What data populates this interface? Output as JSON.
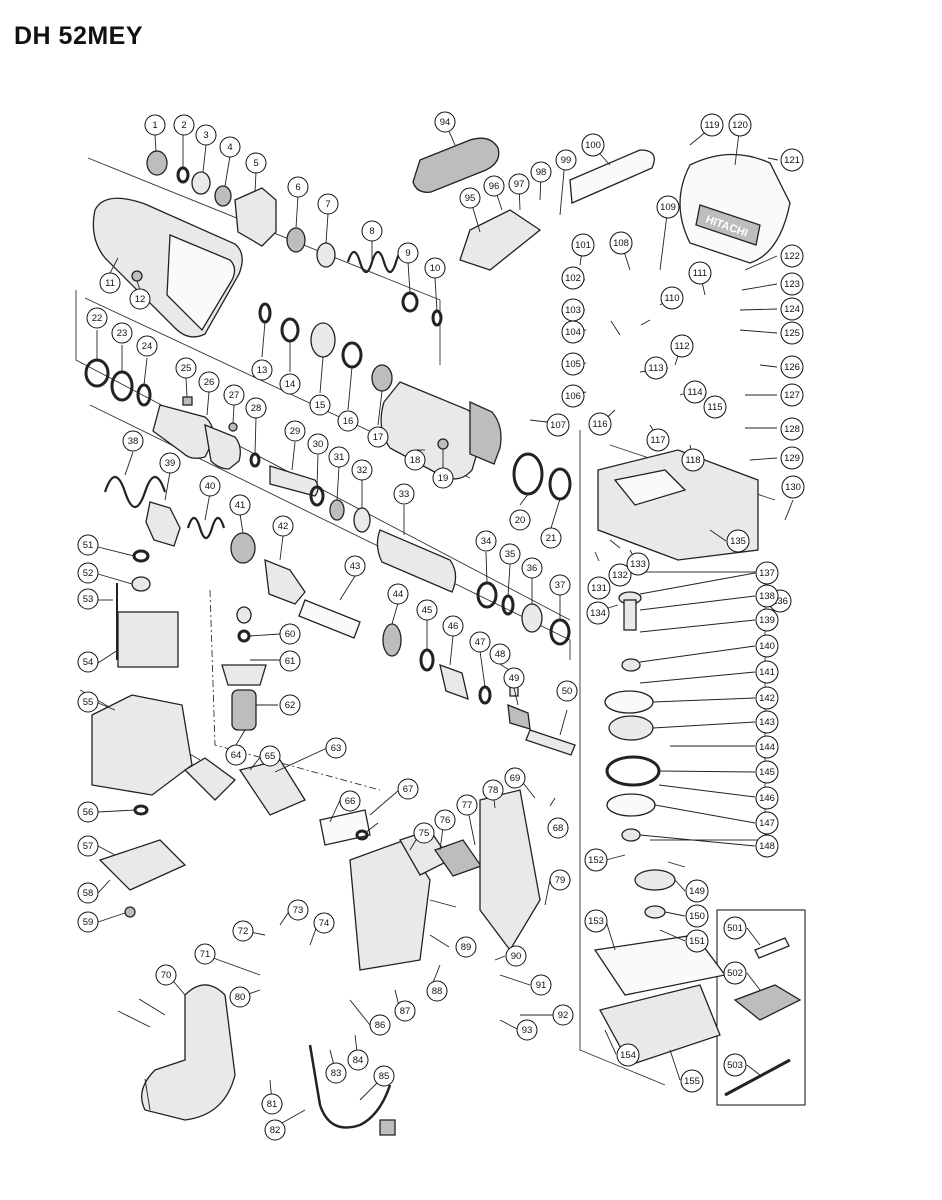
{
  "title": "DH 52MEY",
  "brand": "HITACHI",
  "part_numbers": [
    "1",
    "2",
    "3",
    "4",
    "5",
    "6",
    "7",
    "8",
    "9",
    "10",
    "11",
    "12",
    "13",
    "14",
    "15",
    "16",
    "17",
    "18",
    "19",
    "20",
    "21",
    "22",
    "23",
    "24",
    "25",
    "26",
    "27",
    "28",
    "29",
    "30",
    "31",
    "32",
    "33",
    "34",
    "35",
    "36",
    "37",
    "38",
    "39",
    "40",
    "41",
    "42",
    "43",
    "44",
    "45",
    "46",
    "47",
    "48",
    "49",
    "50",
    "51",
    "52",
    "53",
    "54",
    "55",
    "56",
    "57",
    "58",
    "59",
    "60",
    "61",
    "62",
    "63",
    "64",
    "65",
    "66",
    "67",
    "68",
    "69",
    "70",
    "71",
    "72",
    "73",
    "74",
    "75",
    "76",
    "77",
    "78",
    "79",
    "80",
    "81",
    "82",
    "83",
    "84",
    "85",
    "86",
    "87",
    "88",
    "89",
    "90",
    "91",
    "92",
    "93",
    "94",
    "95",
    "96",
    "97",
    "98",
    "99",
    "100",
    "101",
    "102",
    "103",
    "104",
    "105",
    "106",
    "107",
    "108",
    "109",
    "110",
    "111",
    "112",
    "113",
    "114",
    "115",
    "116",
    "117",
    "118",
    "119",
    "120",
    "121",
    "122",
    "123",
    "124",
    "125",
    "126",
    "127",
    "128",
    "129",
    "130",
    "131",
    "132",
    "133",
    "134",
    "135",
    "136",
    "137",
    "138",
    "139",
    "140",
    "141",
    "142",
    "143",
    "144",
    "145",
    "146",
    "147",
    "148",
    "149",
    "150",
    "151",
    "152",
    "153",
    "154",
    "155",
    "501",
    "502",
    "503"
  ],
  "colors": {
    "line": "#222222",
    "fill": "#e9e9e9",
    "background": "#ffffff"
  }
}
